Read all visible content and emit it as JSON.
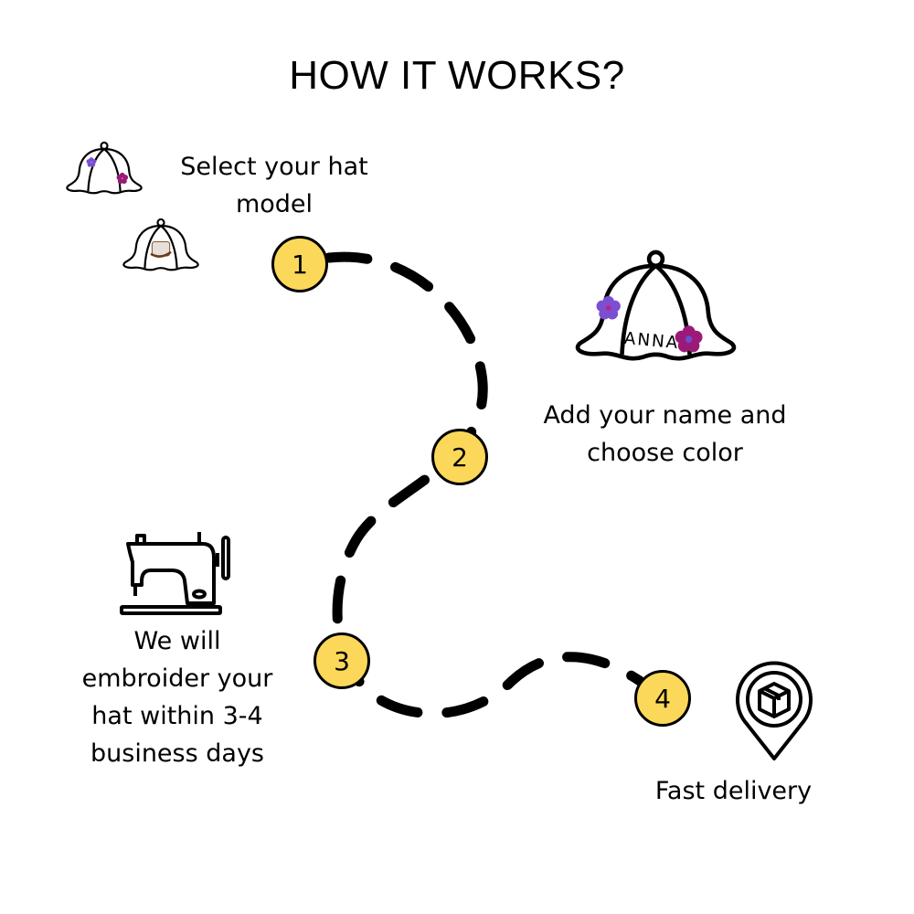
{
  "title": "HOW IT WORKS?",
  "colors": {
    "badge": "#fbd85a",
    "flower_purple": "#7b4fd0",
    "flower_magenta": "#9b1a78"
  },
  "steps": [
    {
      "number": "1",
      "text_lines": [
        "Select your hat",
        "model"
      ],
      "icon": "sauna-hat-icon"
    },
    {
      "number": "2",
      "text_lines": [
        "Add your name and",
        "choose color"
      ],
      "icon": "personalized-hat-icon",
      "hat_name": "ANNA"
    },
    {
      "number": "3",
      "text_lines": [
        "We will",
        "embroider your",
        "hat within 3-4",
        "business days"
      ],
      "icon": "sewing-machine-icon"
    },
    {
      "number": "4",
      "text_lines": [
        "Fast delivery"
      ],
      "icon": "delivery-pin-icon"
    }
  ]
}
